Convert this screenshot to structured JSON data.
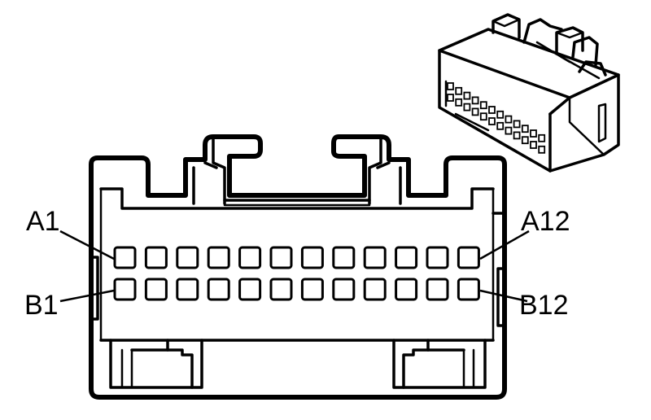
{
  "connector": {
    "rows": [
      {
        "row": "A",
        "first_label": "A1",
        "last_label": "A12",
        "pin_count": 12
      },
      {
        "row": "B",
        "first_label": "B1",
        "last_label": "B12",
        "pin_count": 12
      }
    ]
  },
  "colors": {
    "line": "#000000",
    "background": "#ffffff"
  }
}
